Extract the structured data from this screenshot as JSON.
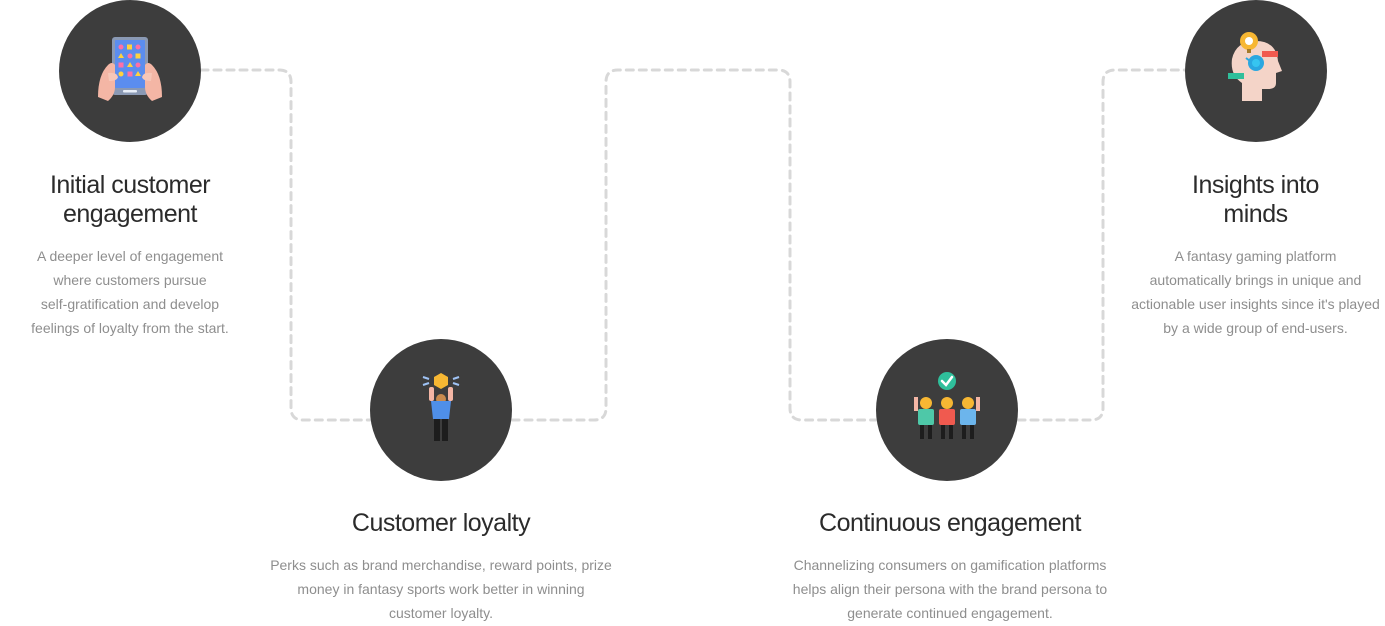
{
  "steps": [
    {
      "title_line1": "Initial customer",
      "title_line2": "engagement",
      "desc_lines": [
        "A deeper level of engagement",
        "where customers pursue",
        "self-gratification and develop",
        "feelings of loyalty from the start."
      ],
      "icon": "tablet-hands-icon"
    },
    {
      "title": "Customer loyalty",
      "desc_lines": [
        "Perks such as brand merchandise, reward points, prize",
        "money in fantasy sports work better in winning",
        "customer loyalty."
      ],
      "icon": "trophy-person-icon"
    },
    {
      "title": "Continuous engagement",
      "desc_lines": [
        "Channelizing consumers on gamification platforms",
        "helps align their persona with the brand persona to",
        "generate continued engagement."
      ],
      "icon": "team-check-icon"
    },
    {
      "title_line1": "Insights into",
      "title_line2": "minds",
      "desc_lines": [
        "A fantasy gaming platform",
        "automatically brings in unique and",
        "actionable user insights since it's played",
        "by a wide group of end-users."
      ],
      "icon": "head-insight-icon"
    }
  ],
  "colors": {
    "circle": "#3d3d3d",
    "connector": "#d8d8d8",
    "title": "#2b2b2b",
    "text": "#8e8e8e"
  }
}
